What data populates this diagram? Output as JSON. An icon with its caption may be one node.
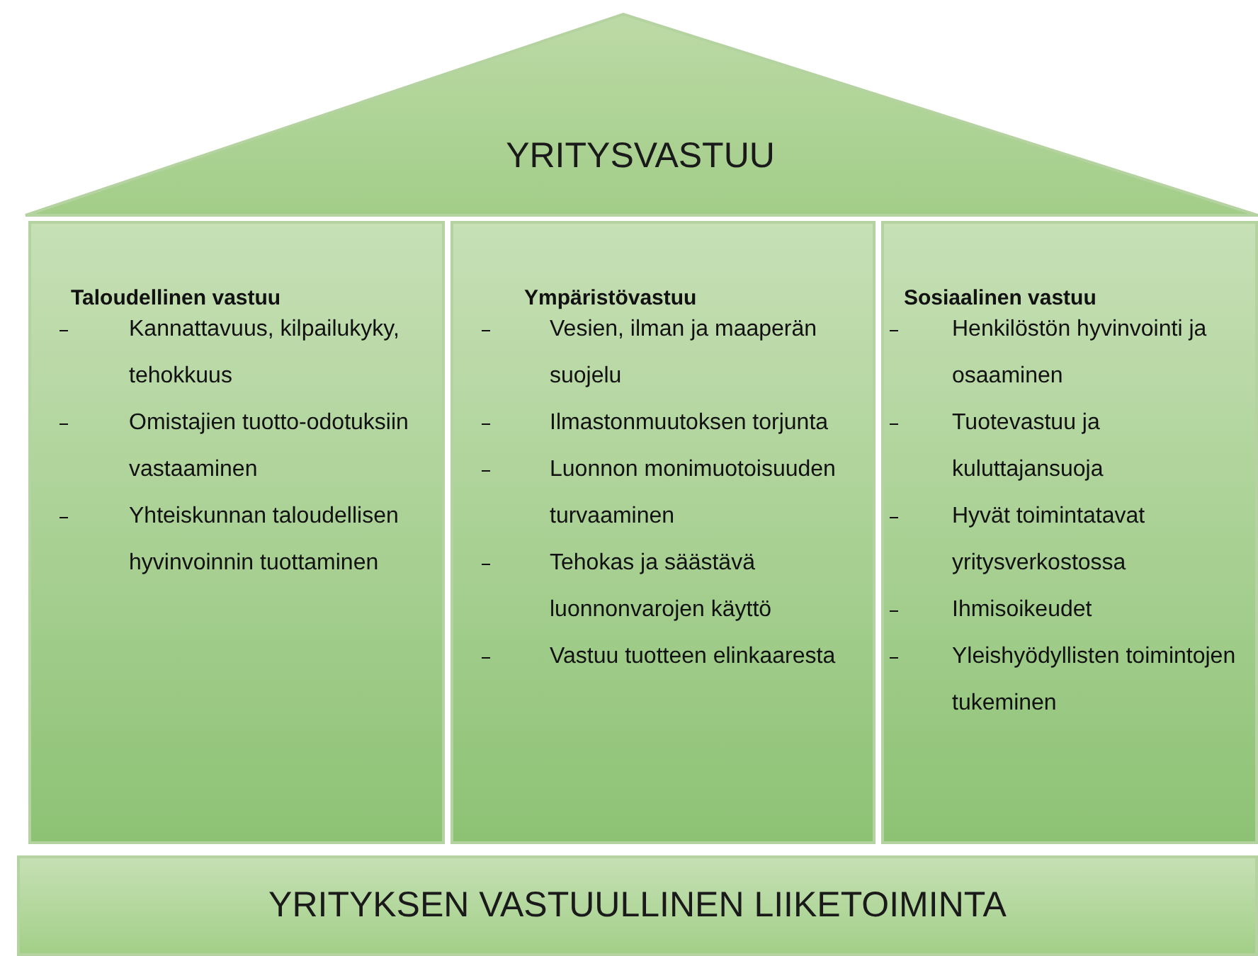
{
  "diagram": {
    "nodes": [
      {
        "text": [
          "YRITYSVASTUU"
        ]
      },
      {
        "text": [
          "Taloudellinen vastuu",
          "Kannattavuus, kilpailukyky, tehokkuus",
          "Omistajien tuotto-odotuksiin vastaaminen",
          "Yhteiskunnan taloudellisen hyvinvoinnin tuottaminen"
        ]
      },
      {
        "text": [
          "Ympäristövastuu",
          "Vesien, ilman ja maaperän suojelu",
          "Ilmastonmuutoksen torjunta",
          "Luonnon monimuotoisuuden turvaaminen",
          "Tehokas ja säästävä luonnonvarojen käyttö",
          "Vastuu tuotteen elinkaaresta"
        ]
      },
      {
        "text": [
          "Sosiaalinen vastuu",
          "Henkilöstön hyvinvointi ja osaaminen",
          "Tuotevastuu ja kuluttajansuoja",
          "Hyvät toimintatavat yritysverkostossa",
          "Ihmisoikeudet",
          "Yleishyödyllisten toimintojen tukeminen"
        ]
      },
      {
        "text": [
          "YRITYKSEN VASTUULLINEN LIIKETOIMINTA"
        ]
      }
    ]
  }
}
